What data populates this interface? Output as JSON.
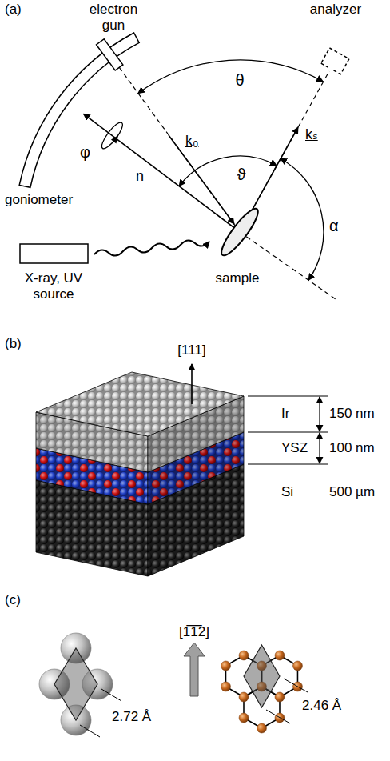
{
  "diagram": {
    "labels": [
      "(a)",
      "electron gun",
      "analyzer",
      "θ",
      "k₀",
      "kₛ",
      "φ",
      "n",
      "ϑ",
      "goniometer",
      "α",
      "X-ray, UV source",
      "sample",
      "(b)",
      "[111]",
      "Ir",
      "YSZ",
      "Si",
      "150 nm",
      "100 nm",
      "500 µm",
      "(c)",
      "[1̅1̅2]",
      "2.72 Å",
      "2.46 Å"
    ]
  }
}
